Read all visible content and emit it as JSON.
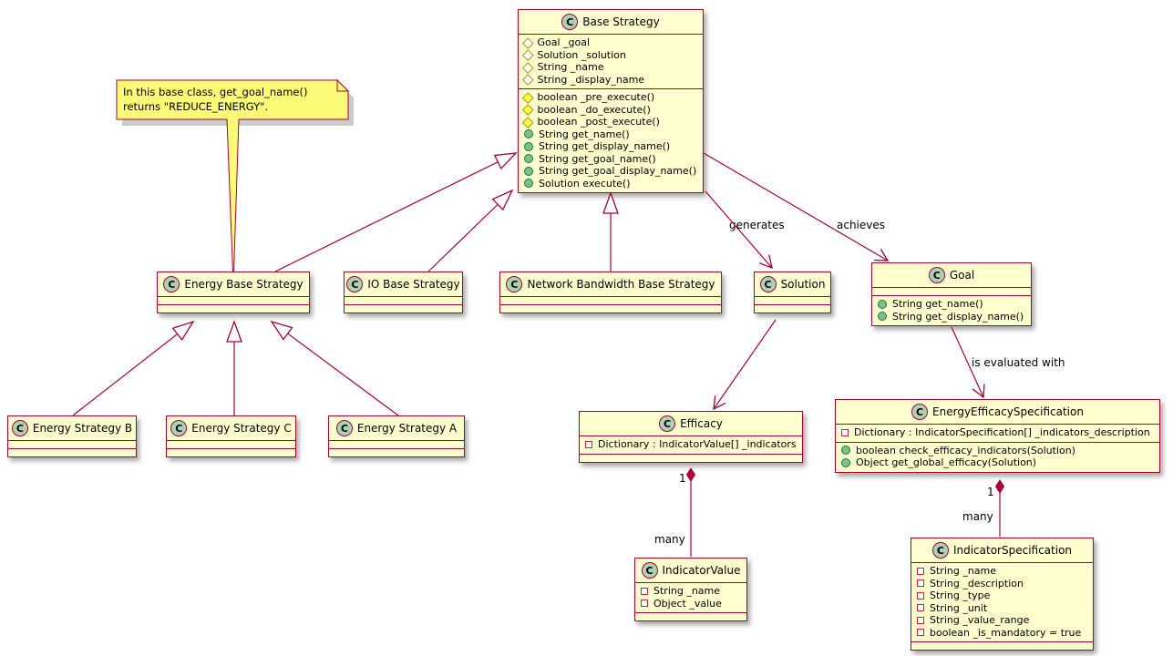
{
  "diagram_type": "uml-class-diagram",
  "class_letter": "C",
  "note": {
    "text": "In this base class, get_goal_name() returns \"REDUCE_ENERGY\"."
  },
  "edge_labels": {
    "generates": "generates",
    "achieves": "achieves",
    "is_evaluated_with": "is evaluated with",
    "efficacy_one": "1",
    "efficacy_many": "many",
    "spec_one": "1",
    "spec_many": "many"
  },
  "classes": {
    "base_strategy": {
      "title": "Base Strategy",
      "fields": [
        "Goal _goal",
        "Solution _solution",
        "String _name",
        "String _display_name"
      ],
      "methods": [
        "boolean _pre_execute()",
        "boolean _do_execute()",
        "boolean _post_execute()",
        "String get_name()",
        "String get_display_name()",
        "String get_goal_name()",
        "String get_goal_display_name()",
        "Solution execute()"
      ]
    },
    "energy_base_strategy": {
      "title": "Energy Base Strategy"
    },
    "io_base_strategy": {
      "title": "IO Base Strategy"
    },
    "network_bandwidth_base_strategy": {
      "title": "Network Bandwidth Base Strategy"
    },
    "solution": {
      "title": "Solution"
    },
    "goal": {
      "title": "Goal",
      "methods": [
        "String get_name()",
        "String get_display_name()"
      ]
    },
    "energy_strategy_b": {
      "title": "Energy Strategy B"
    },
    "energy_strategy_c": {
      "title": "Energy Strategy C"
    },
    "energy_strategy_a": {
      "title": "Energy Strategy A"
    },
    "efficacy": {
      "title": "Efficacy",
      "fields": [
        "Dictionary : IndicatorValue[] _indicators"
      ]
    },
    "energy_efficacy_specification": {
      "title": "EnergyEfficacySpecification",
      "fields": [
        "Dictionary : IndicatorSpecification[] _indicators_description"
      ],
      "methods": [
        "boolean check_efficacy_indicators(Solution)",
        "Object get_global_efficacy(Solution)"
      ]
    },
    "indicator_value": {
      "title": "IndicatorValue",
      "fields": [
        "String _name",
        "Object _value"
      ]
    },
    "indicator_specification": {
      "title": "IndicatorSpecification",
      "fields": [
        "String _name",
        "String _description",
        "String _type",
        "String _unit",
        "String _value_range",
        "boolean _is_mandatory = true"
      ]
    }
  },
  "colors": {
    "class_fill": "#FEFECE",
    "border": "#A80036",
    "note_fill": "#FBFB77",
    "stereotype_circle": "#ADD1B2",
    "public_method": "#84BE84",
    "protected_method": "#FFFF44"
  }
}
